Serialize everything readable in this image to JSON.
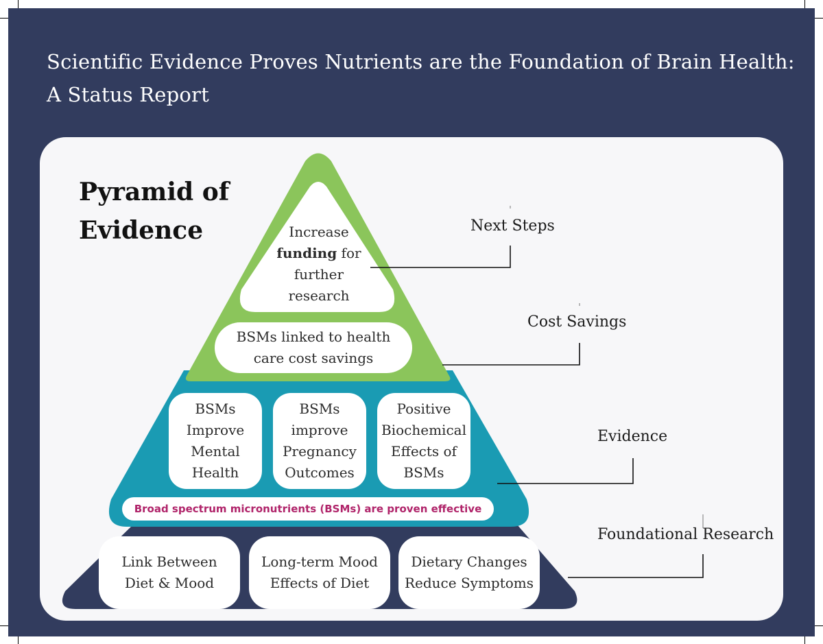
{
  "title": {
    "line1": "Scientific Evidence Proves Nutrients are the Foundation of Brain Health:",
    "line2": "A Status Report"
  },
  "heading": {
    "line1": "Pyramid of",
    "line2": "Evidence"
  },
  "colors": {
    "background": "#323c5e",
    "panel": "#f7f7f9",
    "top_tier": "#8bc55b",
    "middle_tier": "#1a9bb3",
    "base_tier": "#323c5e",
    "highlight_text": "#b0246a"
  },
  "pyramid": {
    "next_steps": {
      "line1": "Increase",
      "line2_bold": "funding",
      "line2_rest": " for",
      "line3": "further",
      "line4": "research"
    },
    "cost_savings": {
      "line1": "BSMs linked to health",
      "line2": "care cost savings"
    },
    "evidence": [
      {
        "line1": "BSMs",
        "line2": "Improve",
        "line3": "Mental",
        "line4": "Health"
      },
      {
        "line1": "BSMs",
        "line2": "improve",
        "line3": "Pregnancy",
        "line4": "Outcomes"
      },
      {
        "line1": "Positive",
        "line2": "Biochemical",
        "line3": "Effects of",
        "line4": "BSMs"
      }
    ],
    "micronutrients_banner": "Broad spectrum micronutrients (BSMs) are proven effective",
    "foundational": [
      {
        "line1": "Link Between",
        "line2": "Diet & Mood"
      },
      {
        "line1": "Long-term Mood",
        "line2": "Effects of Diet"
      },
      {
        "line1": "Dietary Changes",
        "line2": "Reduce Symptoms"
      }
    ]
  },
  "tier_labels": {
    "next_steps": "Next Steps",
    "cost_savings": "Cost Savings",
    "evidence": "Evidence",
    "foundational_research": "Foundational Research"
  }
}
